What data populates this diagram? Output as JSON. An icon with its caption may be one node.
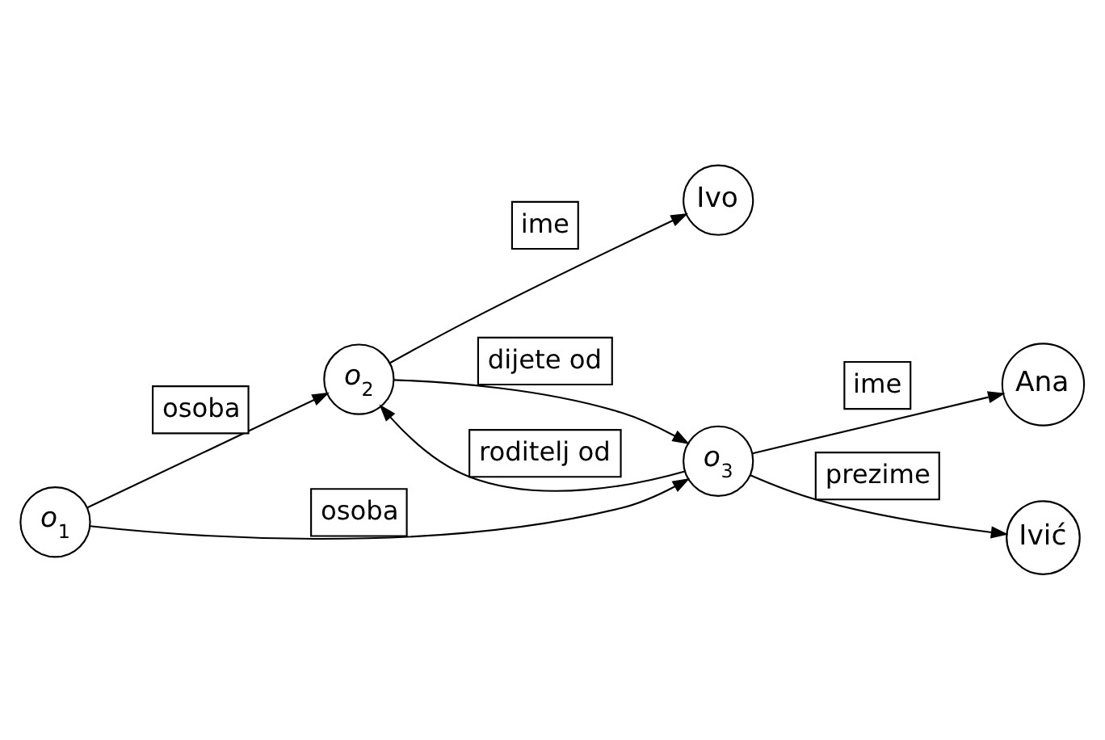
{
  "diagram": {
    "nodes": [
      {
        "text": [
          "*o*$_{1}$"
        ]
      },
      {
        "text": [
          "*o*$_{2}$"
        ]
      },
      {
        "text": [
          "*o*$_{3}$"
        ]
      },
      {
        "text": [
          "Ivo"
        ]
      },
      {
        "text": [
          "Ana"
        ]
      },
      {
        "text": [
          "Ivić"
        ]
      }
    ],
    "edges": [
      {
        "from": 0,
        "to": 1,
        "arrow": "to",
        "label": "osoba"
      },
      {
        "from": 0,
        "to": 2,
        "arrow": "to",
        "label": "osoba"
      },
      {
        "from": 1,
        "to": 3,
        "arrow": "to",
        "label": "ime"
      },
      {
        "from": 1,
        "to": 2,
        "arrow": "to",
        "label": "dijete od"
      },
      {
        "from": 2,
        "to": 1,
        "arrow": "to",
        "label": "roditelj od"
      },
      {
        "from": 2,
        "to": 4,
        "arrow": "to",
        "label": "ime"
      },
      {
        "from": 2,
        "to": 5,
        "arrow": "to",
        "label": "prezime"
      }
    ]
  }
}
